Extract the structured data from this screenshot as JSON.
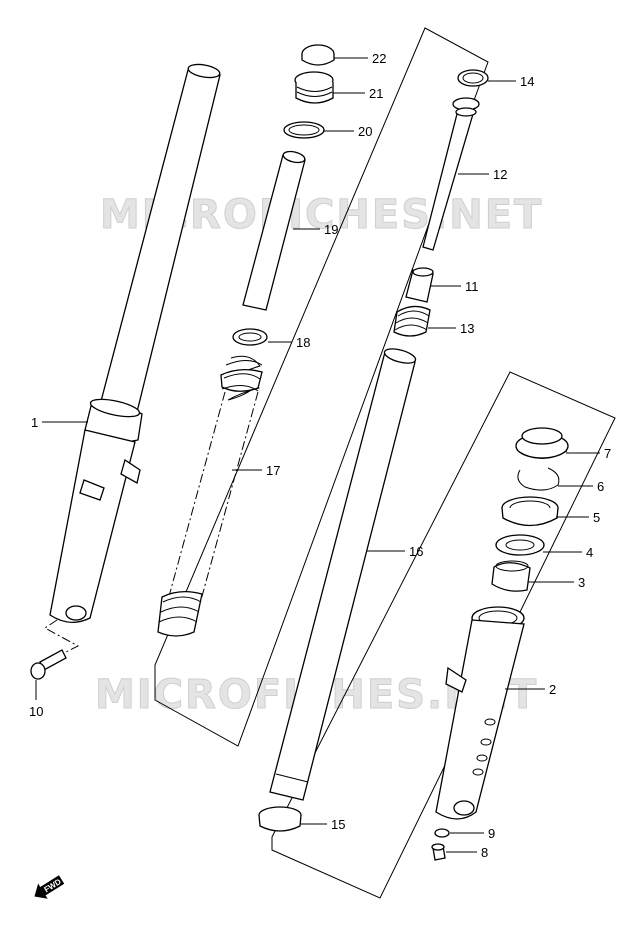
{
  "watermark": "MICROFICHES.NET",
  "fwd_label": "FWD",
  "labels": {
    "p1": "1",
    "p2": "2",
    "p3": "3",
    "p4": "4",
    "p5": "5",
    "p6": "6",
    "p7": "7",
    "p8": "8",
    "p9": "9",
    "p10": "10",
    "p11": "11",
    "p12": "12",
    "p13": "13",
    "p14": "14",
    "p15": "15",
    "p16": "16",
    "p17": "17",
    "p18": "18",
    "p19": "19",
    "p20": "20",
    "p21": "21",
    "p22": "22"
  }
}
